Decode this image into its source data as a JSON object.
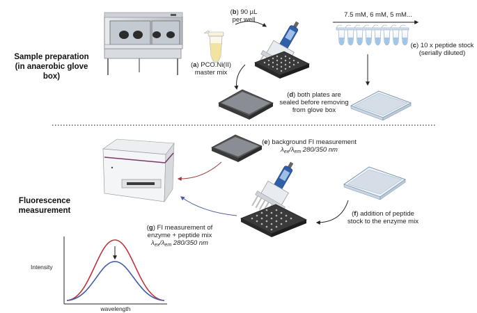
{
  "sections": {
    "sample_prep_l1": "Sample preparation",
    "sample_prep_l2": "(in anaerobic glove",
    "sample_prep_l3": "box)",
    "fluor_l1": "Fluorescence",
    "fluor_l2": "measurement"
  },
  "steps": {
    "a": {
      "letter": "a",
      "l1": "PCO.Ni(II)",
      "l2": "master mix"
    },
    "b": {
      "letter": "b",
      "l1": "90 µL",
      "l2": "per well"
    },
    "c": {
      "letter": "c",
      "l1": "10 x peptide stock",
      "l2": "(serially diluted)"
    },
    "d": {
      "letter": "d",
      "l1": "both plates are",
      "l2": "sealed before removing",
      "l3": "from glove box"
    },
    "e": {
      "letter": "e",
      "l1": "background FI measurement",
      "lambda": "λ",
      "ex": "ex",
      "em": "em",
      "wl": "280/350 nm"
    },
    "f": {
      "letter": "f",
      "l1": "addition of peptide",
      "l2": "stock to the enzyme mix"
    },
    "g": {
      "letter": "g",
      "l1": "FI measurement of",
      "l2": "enzyme + peptide mix",
      "lambda": "λ",
      "ex": "ex",
      "em": "em",
      "wl": "280/350 nm"
    }
  },
  "concentrations": "7.5 mM, 6 mM, 5 mM...",
  "plot": {
    "ylabel": "Intensity",
    "xlabel": "wavelength"
  },
  "colors": {
    "arrow_red": "#a33a3a",
    "arrow_blue": "#4a5a9e",
    "curve_red": "#c0303a",
    "curve_blue": "#3f5aa8",
    "pipette_blue": "#2f5fa8",
    "plate_dark": "#4a4a4a",
    "tube_liquid": "#9fc6e8",
    "instrument_stripe": "#7a3a6a"
  },
  "icons": [
    "glove-box-icon",
    "eppendorf-tube-icon",
    "multichannel-pipette-icon",
    "96-well-plate-icon",
    "sealed-plate-icon",
    "tube-strip-icon",
    "plate-reader-icon"
  ]
}
